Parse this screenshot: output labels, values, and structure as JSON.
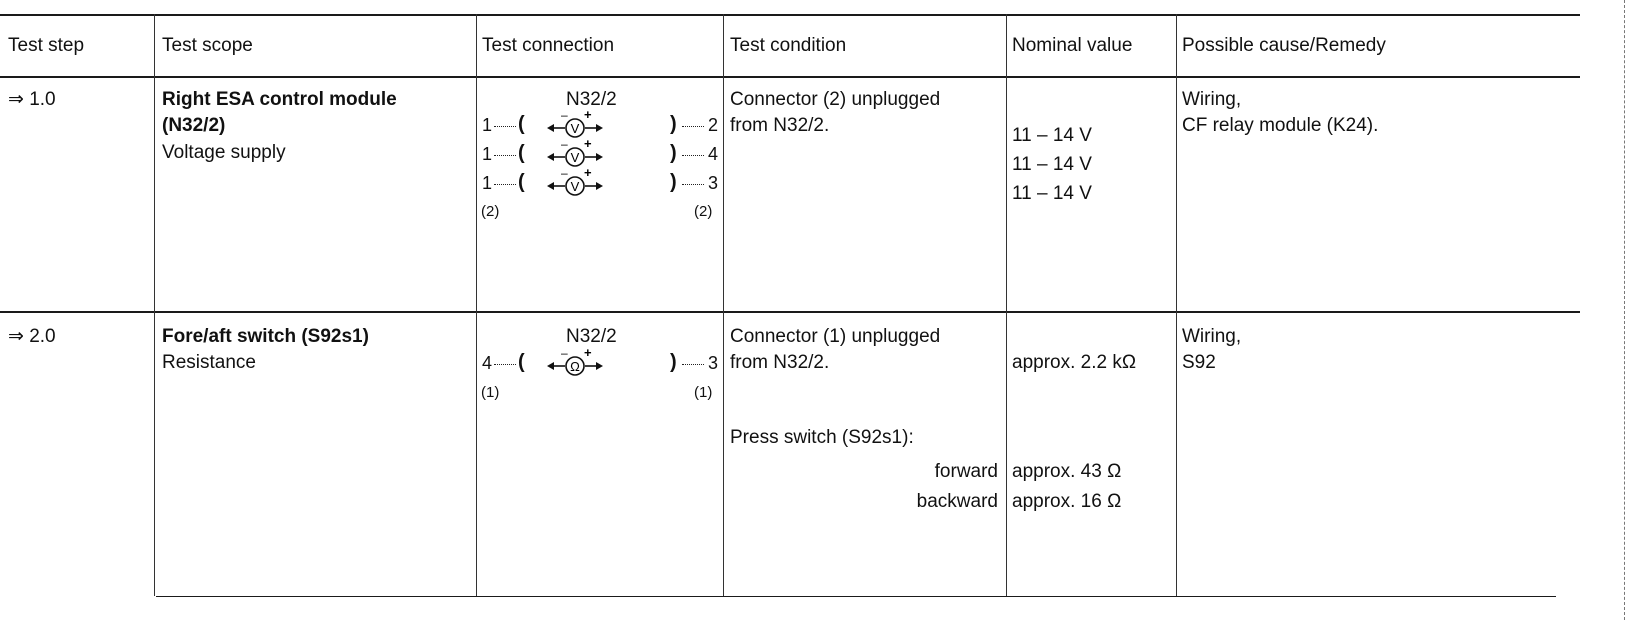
{
  "headers": {
    "step": "Test step",
    "scope": "Test scope",
    "connection": "Test connection",
    "condition": "Test condition",
    "nominal": "Nominal value",
    "remedy": "Possible cause/Remedy"
  },
  "rows": [
    {
      "step": "⇒ 1.0",
      "scope_title_1": "Right ESA control module",
      "scope_title_2": "(N32/2)",
      "scope_sub": "Voltage supply",
      "connector_label": "N32/2",
      "tests": [
        {
          "left_pin": "1",
          "right_pin": "2",
          "meter": "V"
        },
        {
          "left_pin": "1",
          "right_pin": "4",
          "meter": "V"
        },
        {
          "left_pin": "1",
          "right_pin": "3",
          "meter": "V"
        }
      ],
      "left_conn": "(2)",
      "right_conn": "(2)",
      "condition_1": "Connector (2) unplugged",
      "condition_2": "from N32/2.",
      "nominal": [
        "11 – 14 V",
        "11 – 14 V",
        "11 – 14 V"
      ],
      "remedy_1": "Wiring,",
      "remedy_2": "CF relay module (K24)."
    },
    {
      "step": "⇒ 2.0",
      "scope_title_1": "Fore/aft switch (S92s1)",
      "scope_sub": "Resistance",
      "connector_label": "N32/2",
      "tests": [
        {
          "left_pin": "4",
          "right_pin": "3",
          "meter": "Ω"
        }
      ],
      "left_conn": "(1)",
      "right_conn": "(1)",
      "condition_1": "Connector (1) unplugged",
      "condition_2": "from N32/2.",
      "condition_3": "Press switch (S92s1):",
      "condition_fwd": "forward",
      "condition_bwd": "backward",
      "nominal_1": "approx. 2.2 kΩ",
      "nominal_fwd": "approx. 43 Ω",
      "nominal_bwd": "approx. 16 Ω",
      "remedy_1": "Wiring,",
      "remedy_2": "S92"
    }
  ],
  "meter_signs": {
    "minus": "–",
    "plus": "+"
  }
}
